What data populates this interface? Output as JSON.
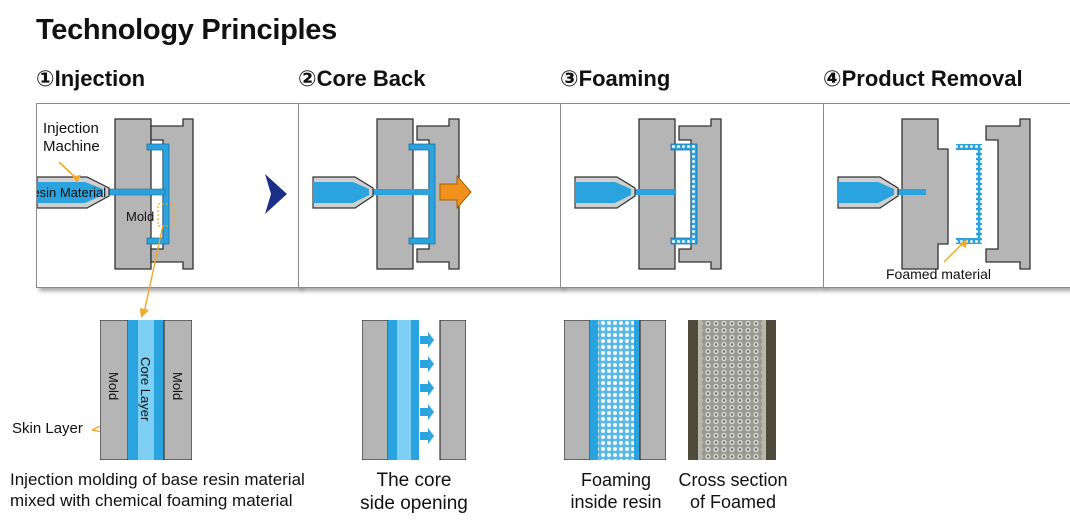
{
  "title": "Technology Principles",
  "steps": [
    {
      "label": "①Injection"
    },
    {
      "label": "②Core Back"
    },
    {
      "label": "③Foaming"
    },
    {
      "label": "④Product Removal"
    }
  ],
  "labels": {
    "injection_machine": "Injection\nMachine",
    "injection_machine_line1": "Injection",
    "injection_machine_line2": "Machine",
    "resin_material": "Resin Material",
    "mold": "Mold",
    "foamed_material": "Foamed material",
    "detail_mold_left": "Mold",
    "detail_core_layer": "Core Layer",
    "detail_mold_right": "Mold",
    "skin_layer": "Skin Layer"
  },
  "captions": {
    "injection_line1": "Injection molding of base resin material",
    "injection_line2": "mixed with chemical foaming material",
    "core_back_line1": "The core",
    "core_back_line2": "side opening",
    "foaming_line1": "Foaming",
    "foaming_line2": "inside resin",
    "cross_line1": "Cross section",
    "cross_line2": "of Foamed"
  },
  "colors": {
    "resin_blue": "#2ba3de",
    "resin_light": "#7dd0f3",
    "mold_gray": "#b5b5b5",
    "step_arrow": "#1c2f86",
    "open_arrow": "#f0911d",
    "callout": "#f0a928"
  }
}
